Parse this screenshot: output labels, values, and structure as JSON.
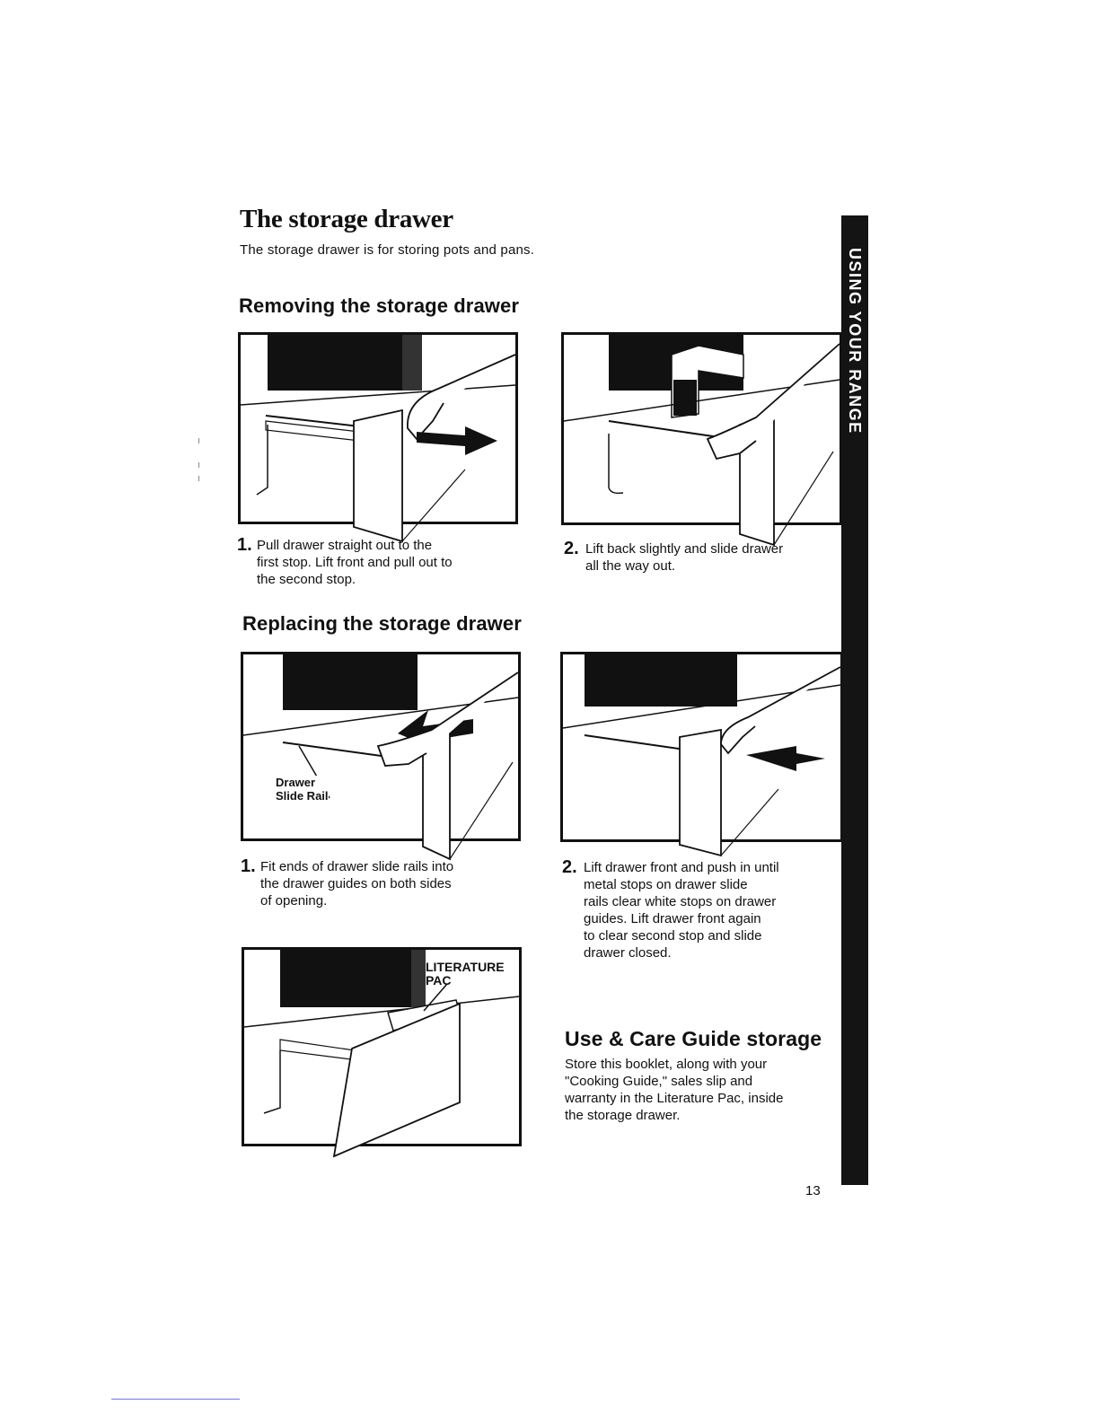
{
  "header": {
    "title": "The storage drawer",
    "intro": "The storage drawer is for storing pots and pans."
  },
  "removing": {
    "heading": "Removing the storage drawer",
    "steps": [
      {
        "number": "1.",
        "text": "Pull drawer straight out to the\nfirst stop. Lift front and pull out to\nthe second stop."
      },
      {
        "number": "2.",
        "text": "Lift back slightly and slide drawer\nall the way out."
      }
    ]
  },
  "replacing": {
    "heading": "Replacing the storage drawer",
    "callout": "Drawer\nSlide Rail",
    "steps": [
      {
        "number": "1.",
        "text": "Fit ends of drawer slide rails into\nthe drawer guides on both sides\nof opening."
      },
      {
        "number": "2.",
        "text": "Lift drawer front and push in until\nmetal stops on drawer slide\nrails clear white stops on drawer\nguides. Lift drawer front again\nto clear second stop and slide\ndrawer closed."
      }
    ]
  },
  "literature_figure": {
    "callout": "LITERATURE\nPAC"
  },
  "care_guide": {
    "heading": "Use & Care Guide storage",
    "body": "Store this booklet, along with your\n\"Cooking Guide,\" sales slip and\nwarranty in the Literature Pac, inside\nthe storage drawer."
  },
  "side_tab": {
    "label": "USING YOUR RANGE",
    "color": "#141414"
  },
  "page_number": "13"
}
